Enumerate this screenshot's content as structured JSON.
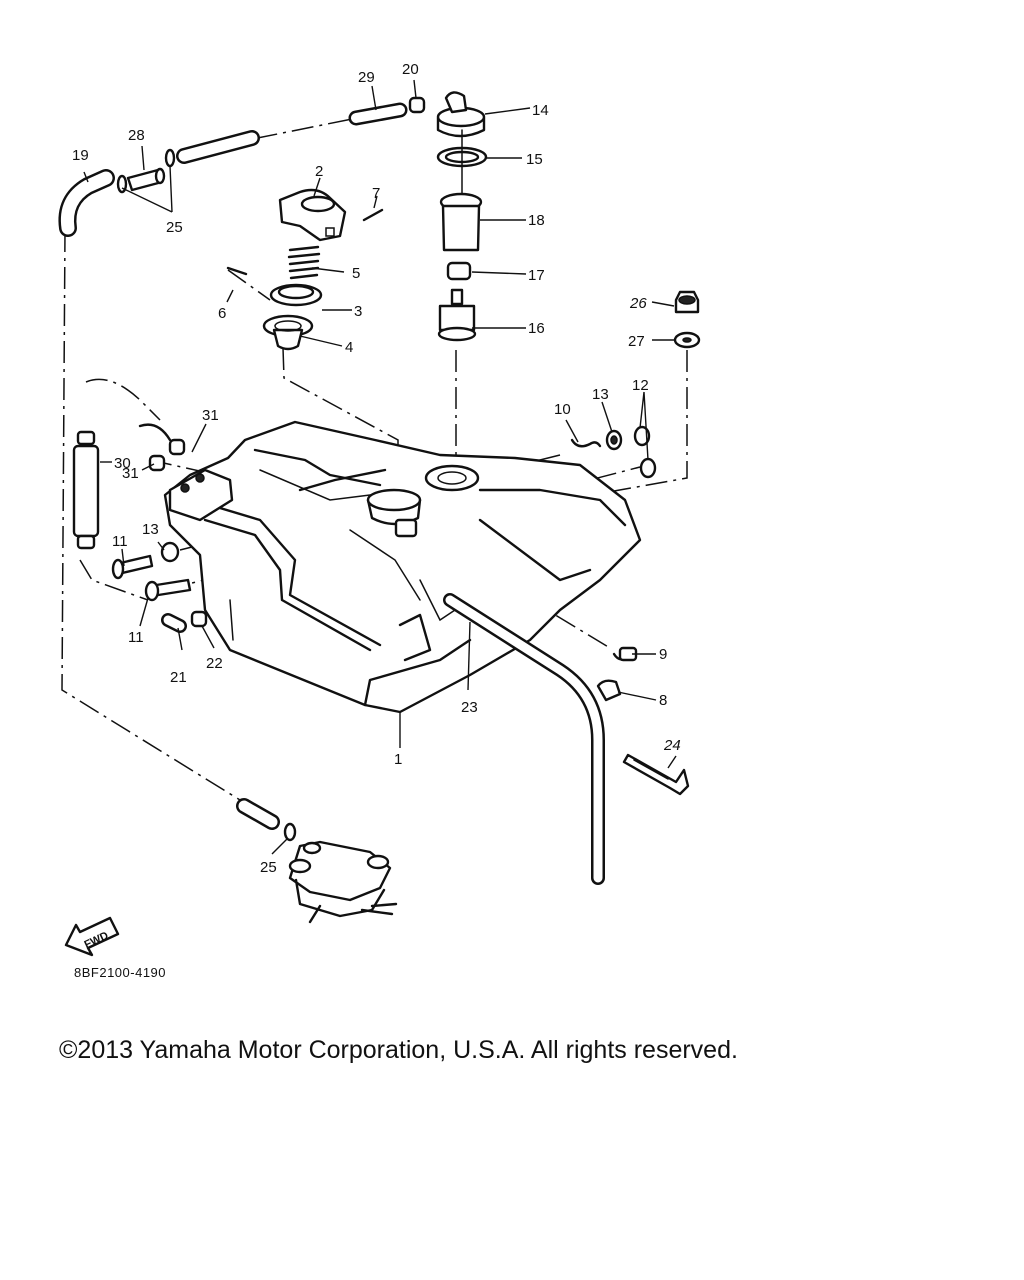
{
  "diagram": {
    "drawing_code": "8BF2100-4190",
    "fwd_label": "FWD",
    "callouts": {
      "c1": "1",
      "c2": "2",
      "c3": "3",
      "c4": "4",
      "c5": "5",
      "c6": "6",
      "c7": "7",
      "c8": "8",
      "c9": "9",
      "c10": "10",
      "c11a": "11",
      "c11b": "11",
      "c12": "12",
      "c13a": "13",
      "c13b": "13",
      "c14": "14",
      "c15": "15",
      "c16": "16",
      "c17": "17",
      "c18": "18",
      "c19": "19",
      "c20": "20",
      "c21": "21",
      "c22": "22",
      "c23": "23",
      "c24": "24",
      "c25a": "25",
      "c25b": "25",
      "c26": "26",
      "c27": "27",
      "c28": "28",
      "c29": "29",
      "c30": "30",
      "c31a": "31",
      "c31b": "31"
    }
  },
  "footer": {
    "copyright": "©2013 Yamaha Motor Corporation, U.S.A. All rights reserved."
  }
}
